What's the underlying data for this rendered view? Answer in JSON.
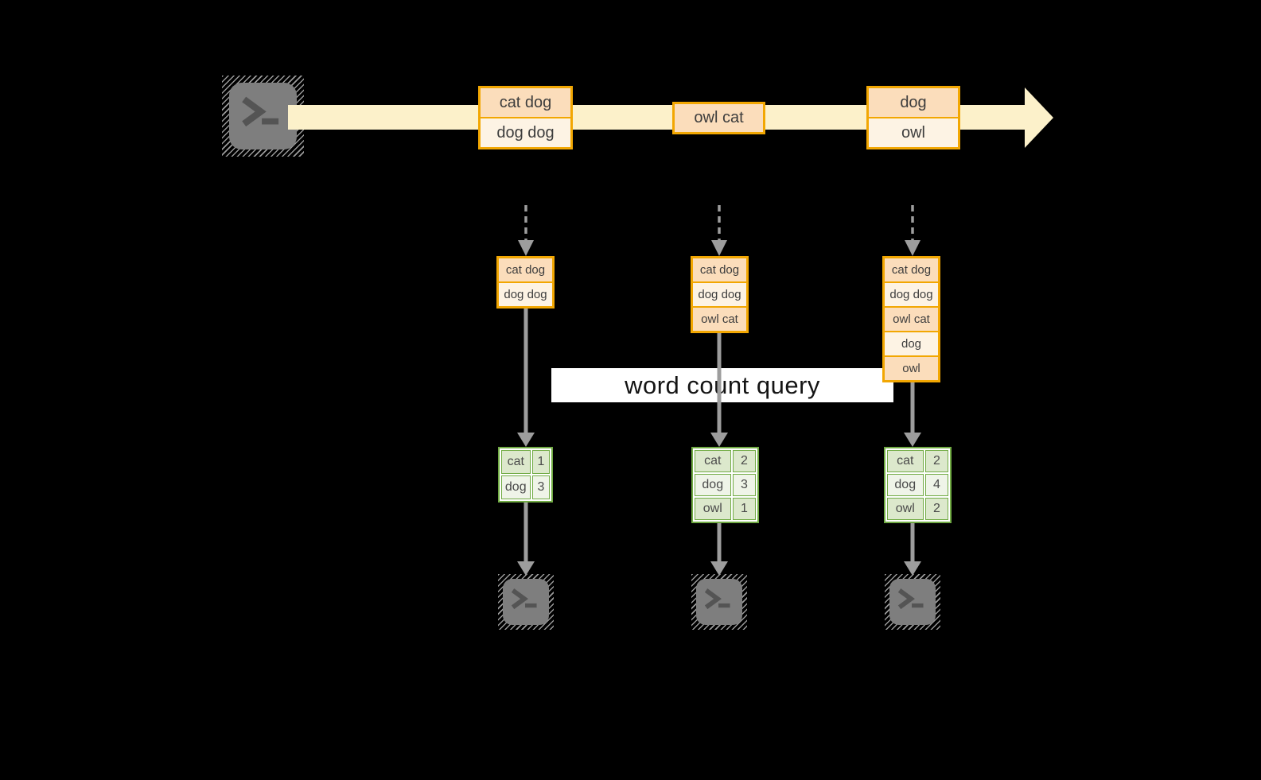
{
  "query": {
    "label": "word count query"
  },
  "stream": {
    "source_icon": "terminal",
    "batches": [
      {
        "items": [
          "cat dog",
          "dog dog"
        ]
      },
      {
        "items": [
          "owl cat"
        ]
      },
      {
        "items": [
          "dog",
          "owl"
        ]
      }
    ]
  },
  "columns": [
    {
      "state": [
        "cat dog",
        "dog dog"
      ],
      "counts": [
        {
          "word": "cat",
          "count": "1"
        },
        {
          "word": "dog",
          "count": "3"
        }
      ]
    },
    {
      "state": [
        "cat dog",
        "dog dog",
        "owl cat"
      ],
      "counts": [
        {
          "word": "cat",
          "count": "2"
        },
        {
          "word": "dog",
          "count": "3"
        },
        {
          "word": "owl",
          "count": "1"
        }
      ]
    },
    {
      "state": [
        "cat dog",
        "dog dog",
        "owl cat",
        "dog",
        "owl"
      ],
      "counts": [
        {
          "word": "cat",
          "count": "2"
        },
        {
          "word": "dog",
          "count": "4"
        },
        {
          "word": "owl",
          "count": "2"
        }
      ]
    }
  ],
  "colors": {
    "background": "#000000",
    "stream_fill": "#FCF1CA",
    "box_border": "#F2A702",
    "cell_dark": "#FBDDBB",
    "cell_light": "#FDF3E4",
    "table_border": "#71AB44",
    "row_dark": "#DCE8CC",
    "row_light": "#EFF4E8",
    "arrow_gray": "#9D9D9D",
    "terminal_gray": "#7E7E7E",
    "query_band": "#FFFFFF"
  }
}
